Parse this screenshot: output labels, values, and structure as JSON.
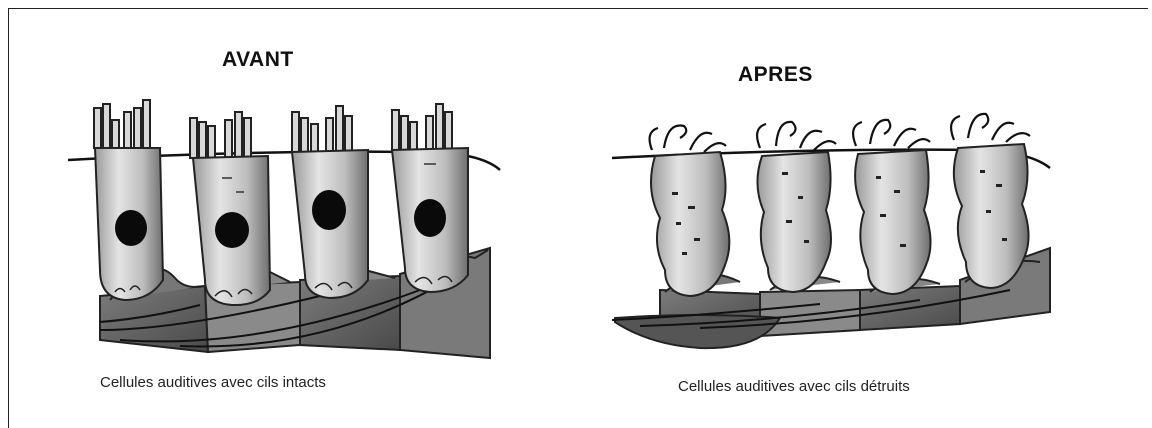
{
  "panels": {
    "before": {
      "title": "AVANT",
      "caption": "Cellules auditives avec cils intacts"
    },
    "after": {
      "title": "APRES",
      "caption": "Cellules auditives avec cils détruits"
    }
  }
}
